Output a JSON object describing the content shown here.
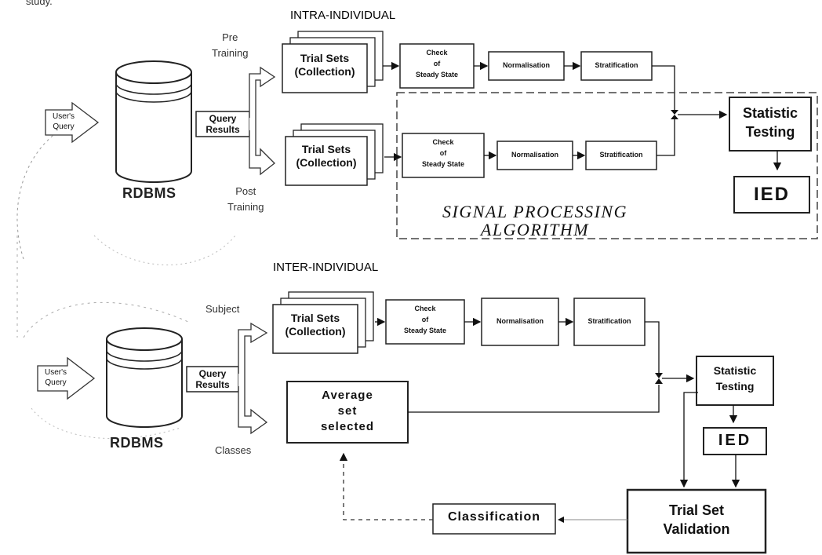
{
  "top_fragment": "study.",
  "intra": {
    "title": "INTRA-INDIVIDUAL",
    "pre_training": "Pre\nTraining",
    "post_training": "Post\nTraining",
    "users_query": "User's\nQuery",
    "query_results": "Query\nResults",
    "rdbms": "RDBMS",
    "trial_sets_pre": "Trial Sets\n(Collection)",
    "trial_sets_post": "Trial Sets\n(Collection)",
    "check_pre": "Check\nof\nSteady State",
    "check_post": "Check\nof\nSteady State",
    "norm_pre": "Normalisation",
    "norm_post": "Normalisation",
    "strat_pre": "Stratification",
    "strat_post": "Stratification",
    "statistic_testing": "Statistic\nTesting",
    "ied": "IED",
    "signal_processing": "SIGNAL PROCESSING",
    "algorithm": "ALGORITHM"
  },
  "inter": {
    "title": "INTER-INDIVIDUAL",
    "subject": "Subject",
    "classes": "Classes",
    "users_query": "User's\nQuery",
    "query_results": "Query\nResults",
    "rdbms": "RDBMS",
    "trial_sets": "Trial Sets\n(Collection)",
    "check": "Check\nof\nSteady State",
    "norm": "Normalisation",
    "strat": "Stratification",
    "statistic_testing": "Statistic\nTesting",
    "ied": "IED",
    "average_set": "Average\nset\nselected",
    "classification": "Classification",
    "trial_set_validation": "Trial Set\nValidation"
  }
}
